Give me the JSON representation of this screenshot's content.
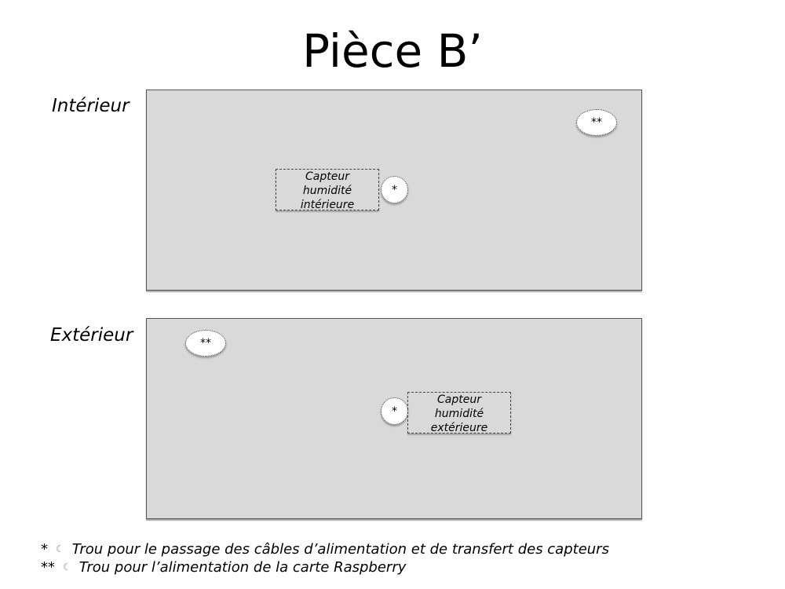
{
  "title": "Pièce B’",
  "interior": {
    "label": "Intérieur",
    "hole_corner": "**",
    "hole_sensor": "*",
    "sensor_lines": [
      "Capteur",
      "humidité",
      "intérieure"
    ]
  },
  "exterior": {
    "label": "Extérieur",
    "hole_corner": "**",
    "hole_sensor": "*",
    "sensor_lines": [
      "Capteur",
      "humidité",
      "extérieure"
    ]
  },
  "legend": [
    {
      "mark": "*",
      "glyph": "☾",
      "text": "Trou pour le passage des câbles d’alimentation et de transfert des capteurs"
    },
    {
      "mark": "**",
      "glyph": "☾",
      "text": "Trou pour l’alimentation de la carte Raspberry"
    }
  ],
  "colors": {
    "panel_fill": "#d9d9d9",
    "hole_fill": "#ffffff"
  }
}
